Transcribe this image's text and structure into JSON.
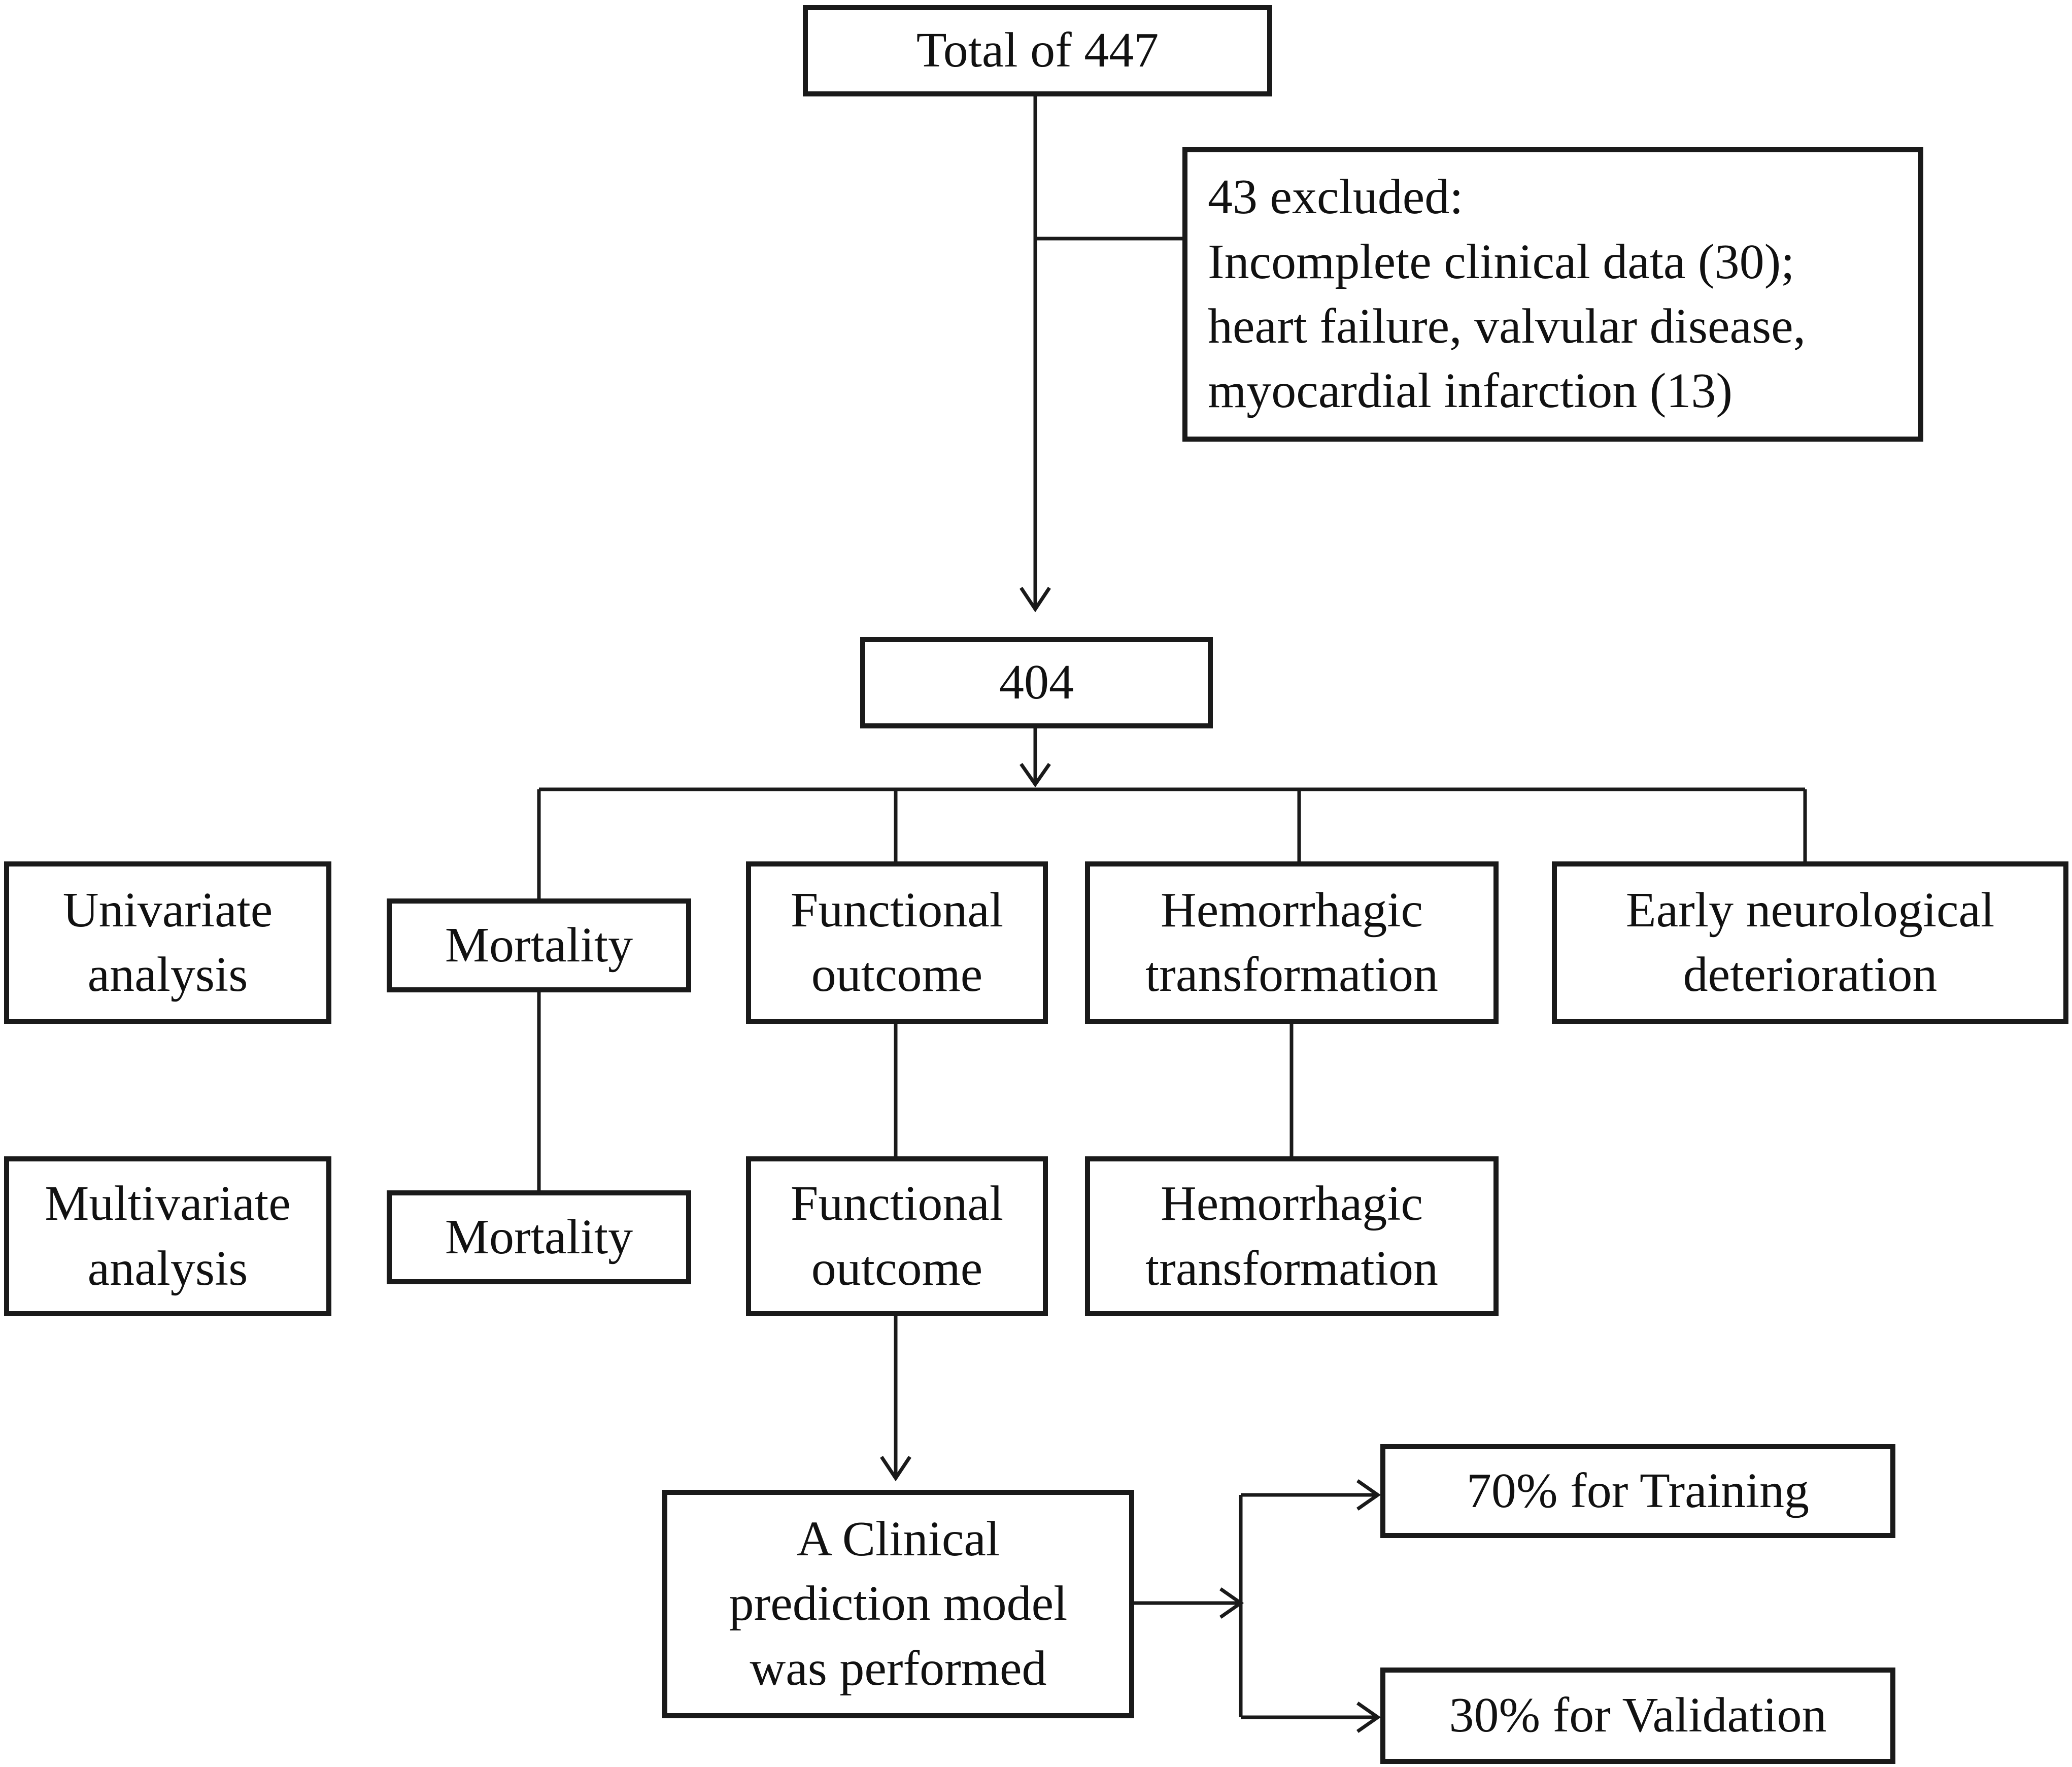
{
  "nodes": {
    "total": "Total of 447",
    "excluded": [
      "43 excluded:",
      "Incomplete  clinical data (30);",
      "heart failure, valvular disease,",
      "myocardial  infarction (13)"
    ],
    "remaining": "404",
    "univariate": [
      "Univariate",
      "analysis"
    ],
    "multivariate": [
      "Multivariate",
      "analysis"
    ],
    "mortality_uni": "Mortality",
    "functional_uni": [
      "Functional",
      "outcome"
    ],
    "hemorrhagic_uni": [
      "Hemorrhagic",
      "transformation"
    ],
    "end_uni": [
      "Early  neurological",
      "deterioration"
    ],
    "mortality_multi": "Mortality",
    "functional_multi": [
      "Functional",
      "outcome"
    ],
    "hemorrhagic_multi": [
      "Hemorrhagic",
      "transformation"
    ],
    "model": [
      "A Clinical",
      "prediction  model",
      "was performed"
    ],
    "training": "70% for Training",
    "validation": "30% for Validation"
  },
  "colors": {
    "stroke": "#1a1a1a",
    "background": "#ffffff"
  }
}
